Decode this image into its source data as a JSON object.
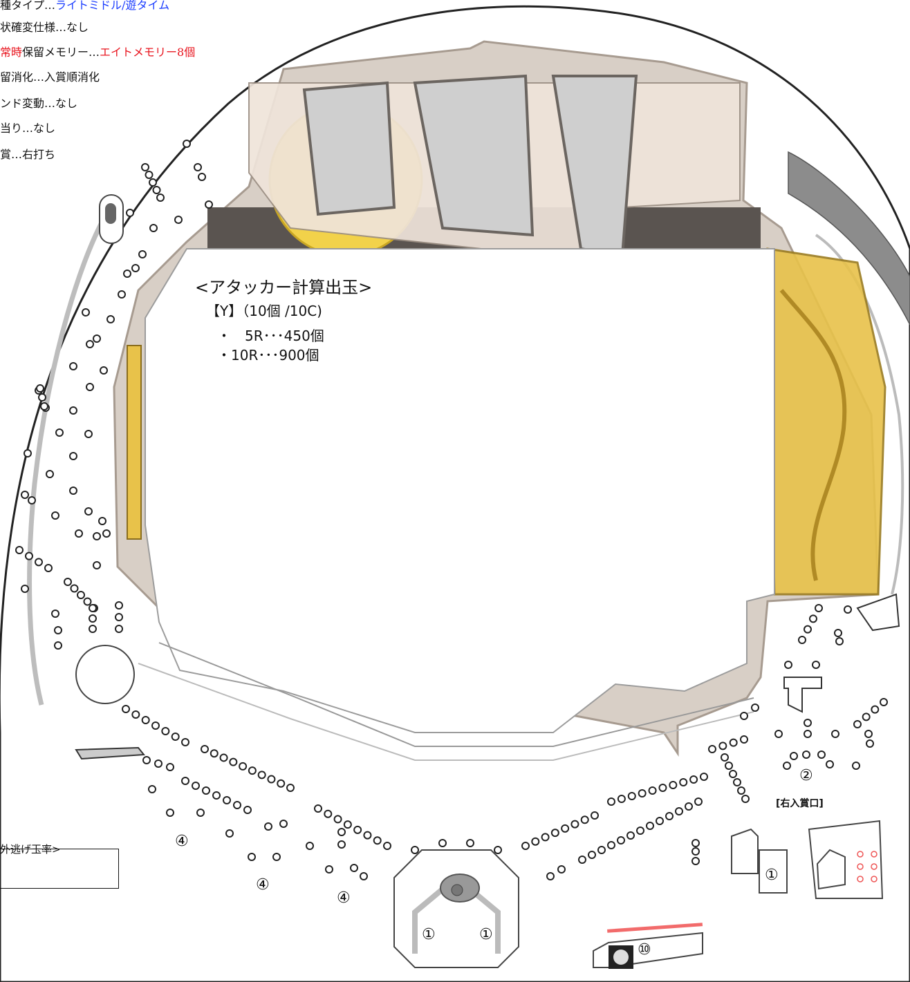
{
  "spec": {
    "line1_prefix": "種タイプ…",
    "line1_value": "ライトミドル/遊タイム",
    "line2": "状確変仕様…なし",
    "line3_prefix": "常時",
    "line3_mid": "保留メモリー…",
    "line3_value": "エイトメモリー8個",
    "line4": "留消化…入賞順消化",
    "line5": "ンド変動…なし",
    "line6": "当り…なし",
    "line7": "賞…右打ち"
  },
  "calc": {
    "title": "<アタッカー計算出玉>",
    "y_line": "【Y】（10個 /10C)",
    "r5": "・　5R･･･450個",
    "r10": "・10R･･･900個"
  },
  "labels": {
    "out_rate": "外逃げ玉率>",
    "right_entrance": "[右入賞口]"
  },
  "markers": {
    "circled_1": "①",
    "circled_2": "②",
    "circled_4": "④",
    "circled_10": "⑩"
  },
  "colors": {
    "board_outline": "#222222",
    "frame_fill": "#d8cfc6",
    "gold": "#e8c24a",
    "silver": "#cfcfcf",
    "dark_band": "#5a5450",
    "red_bar": "#f26b6b",
    "blue_text": "#1a3cff",
    "red_text": "#e8141e"
  }
}
